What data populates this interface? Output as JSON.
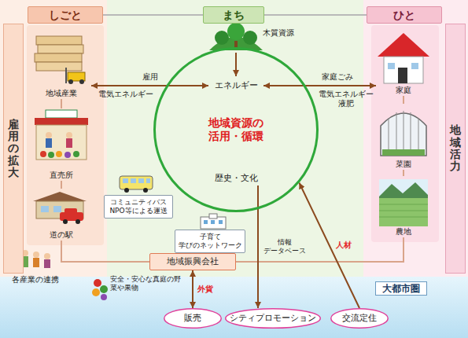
{
  "diagram": {
    "nodes": [
      {
        "text": [
          "しごと"
        ]
      },
      {
        "text": [
          "まち"
        ]
      },
      {
        "text": [
          "ひと"
        ]
      },
      {
        "text": [
          "雇用の拡大"
        ]
      },
      {
        "text": [
          "地域活力"
        ]
      },
      {
        "text": [
          "地域資源の活用・循環"
        ]
      },
      {
        "text": [
          "エネルギー"
        ],
        "in": 5
      },
      {
        "text": [
          "歴史・文化"
        ],
        "in": 5
      },
      {
        "text": [
          "地域産業"
        ]
      },
      {
        "text": [
          "直売所"
        ]
      },
      {
        "text": [
          "道の駅"
        ]
      },
      {
        "text": [
          "家庭"
        ]
      },
      {
        "text": [
          "菜園"
        ]
      },
      {
        "text": [
          "農地"
        ]
      },
      {
        "text": [
          "コミュニティバス NPO等による運送"
        ]
      },
      {
        "text": [
          "子育て 学びのネットワーク"
        ]
      },
      {
        "text": [
          "地域振興会社"
        ]
      },
      {
        "text": [
          "大都市圏"
        ]
      },
      {
        "text": [
          "販売"
        ],
        "in": 17
      },
      {
        "text": [
          "シティプロモーション"
        ],
        "in": 17
      },
      {
        "text": [
          "交流定住"
        ],
        "in": 17
      }
    ],
    "edges": [
      {
        "from": 8,
        "to": 6,
        "label": "雇用",
        "arrow": "both"
      },
      {
        "from": 6,
        "to": 11,
        "label": "家庭ごみ",
        "arrow": "both"
      },
      {
        "from": 8,
        "to": 9,
        "arrow": "none"
      },
      {
        "from": 9,
        "to": 10,
        "arrow": "none"
      },
      {
        "from": 10,
        "to": 16,
        "arrow": "none"
      },
      {
        "from": 11,
        "to": 12,
        "arrow": "none"
      },
      {
        "from": 12,
        "to": 13,
        "arrow": "none"
      },
      {
        "from": 13,
        "to": 16,
        "arrow": "none"
      },
      {
        "from": 16,
        "to": 18,
        "label": "外貨",
        "arrow": "both"
      },
      {
        "from": 7,
        "to": 19,
        "label": "情報 データベース",
        "arrow": "to"
      },
      {
        "from": 20,
        "to": 5,
        "label": "人材",
        "arrow": "to"
      }
    ],
    "labels": [
      "木質資源",
      "各産業の連携",
      "安全・安心な真庭の野菜や果物",
      "電気エネルギー",
      "電気エネルギー 液肥"
    ]
  }
}
